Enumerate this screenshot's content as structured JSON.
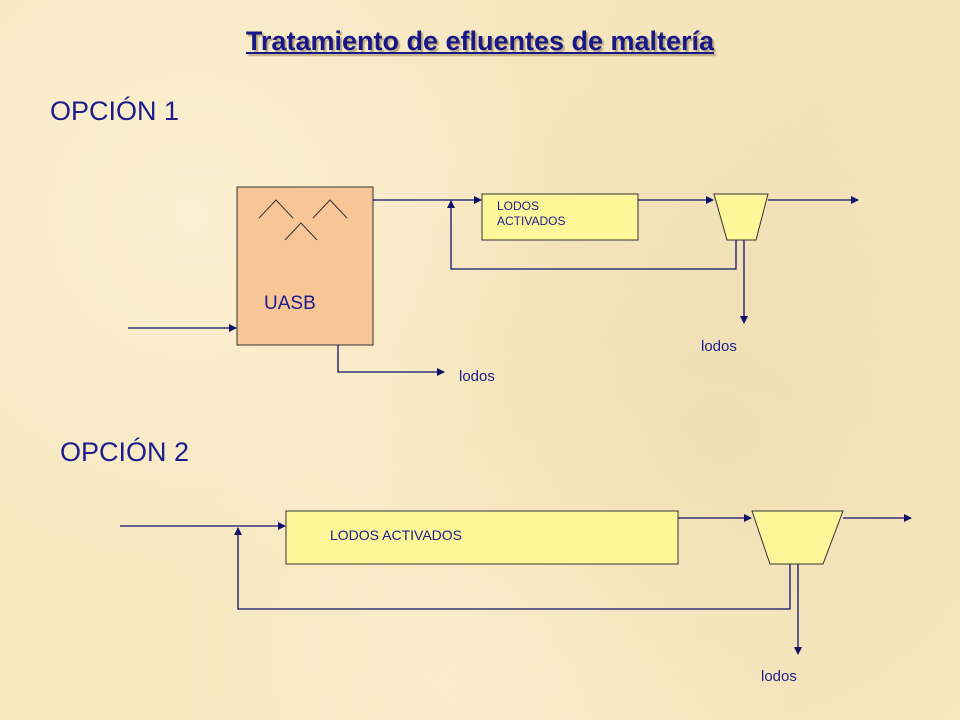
{
  "title": "Tratamiento de efluentes de maltería",
  "option1": {
    "heading": "OPCIÓN 1",
    "uasb_label": "UASB",
    "activated_sludge_line1": "LODOS",
    "activated_sludge_line2": "ACTIVADOS",
    "sludge_uasb": "lodos",
    "sludge_settler": "lodos"
  },
  "option2": {
    "heading": "OPCIÓN 2",
    "activated_sludge": "LODOS ACTIVADOS",
    "sludge_settler": "lodos"
  },
  "colors": {
    "uasb_fill": "#f8c596",
    "process_fill": "#fdf79a",
    "line": "#10106a",
    "text": "#1c1c8c"
  }
}
